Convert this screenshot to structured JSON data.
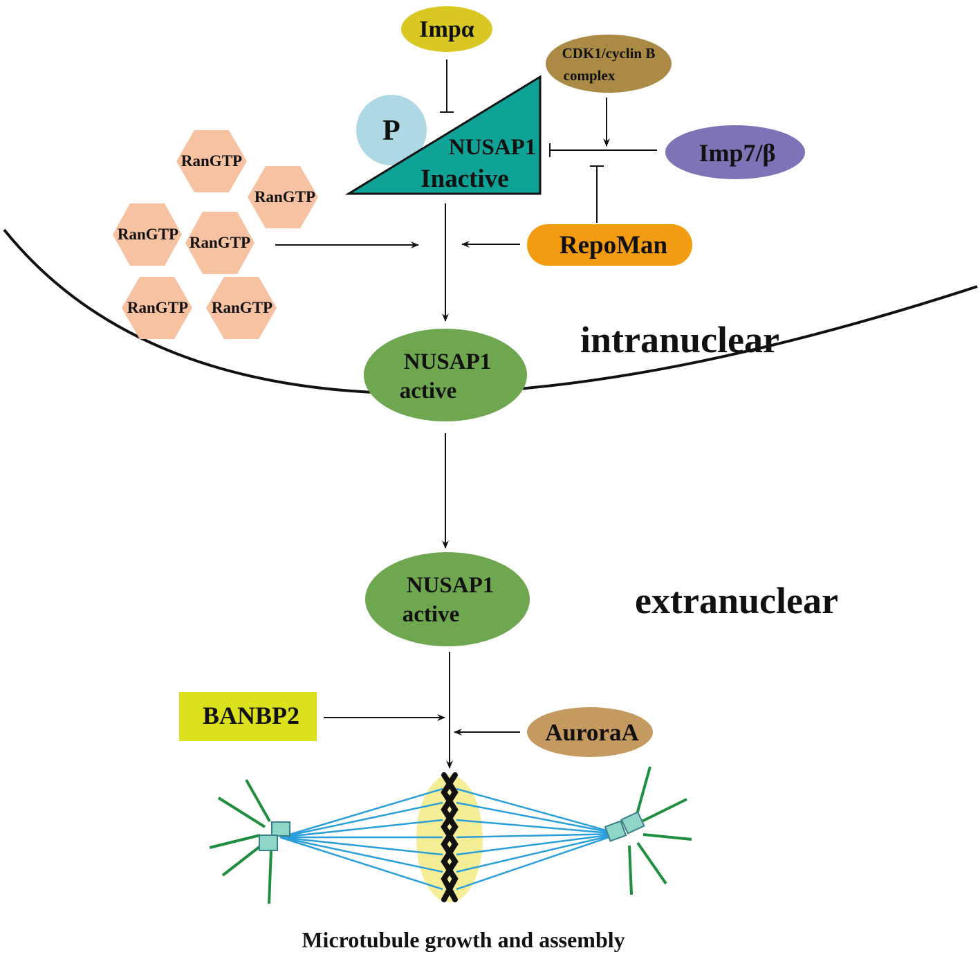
{
  "nodes": {
    "impa": "Impα",
    "cdk1_line1": "CDK1/cyclin B",
    "cdk1_line2": "complex",
    "p": "P",
    "nusap1_inactive_line1": "NUSAP1",
    "nusap1_inactive_line2": "Inactive",
    "imp7b": "Imp7/β",
    "repoman": "RepoMan",
    "rangtp": [
      "RanGTP",
      "RanGTP",
      "RanGTP",
      "RanGTP",
      "RanGTP",
      "RanGTP"
    ],
    "nusap1_active_line1": "NUSAP1",
    "nusap1_active_line2": "active",
    "banbp2": "BANBP2",
    "auroraa": "AuroraA"
  },
  "regions": {
    "intranuclear": "intranuclear",
    "extranuclear": "extranuclear"
  },
  "caption": "Microtubule growth and assembly",
  "colors": {
    "impa": "#d9c824",
    "cdk1": "#ab8a45",
    "p": "#aed8e4",
    "triangle": "#0ea396",
    "imp7b": "#7f73b7",
    "repoman": "#f39c12",
    "hexagon": "#f7c2a2",
    "nusap1_active": "#6fa650",
    "banbp2": "#dbe21d",
    "auroraa": "#c49a60",
    "spindle_fiber": "#2a9fd9",
    "astral": "#1f8f3f",
    "metaphase_plate": "#f5ee96",
    "centrosome": "#8fd6c6"
  }
}
